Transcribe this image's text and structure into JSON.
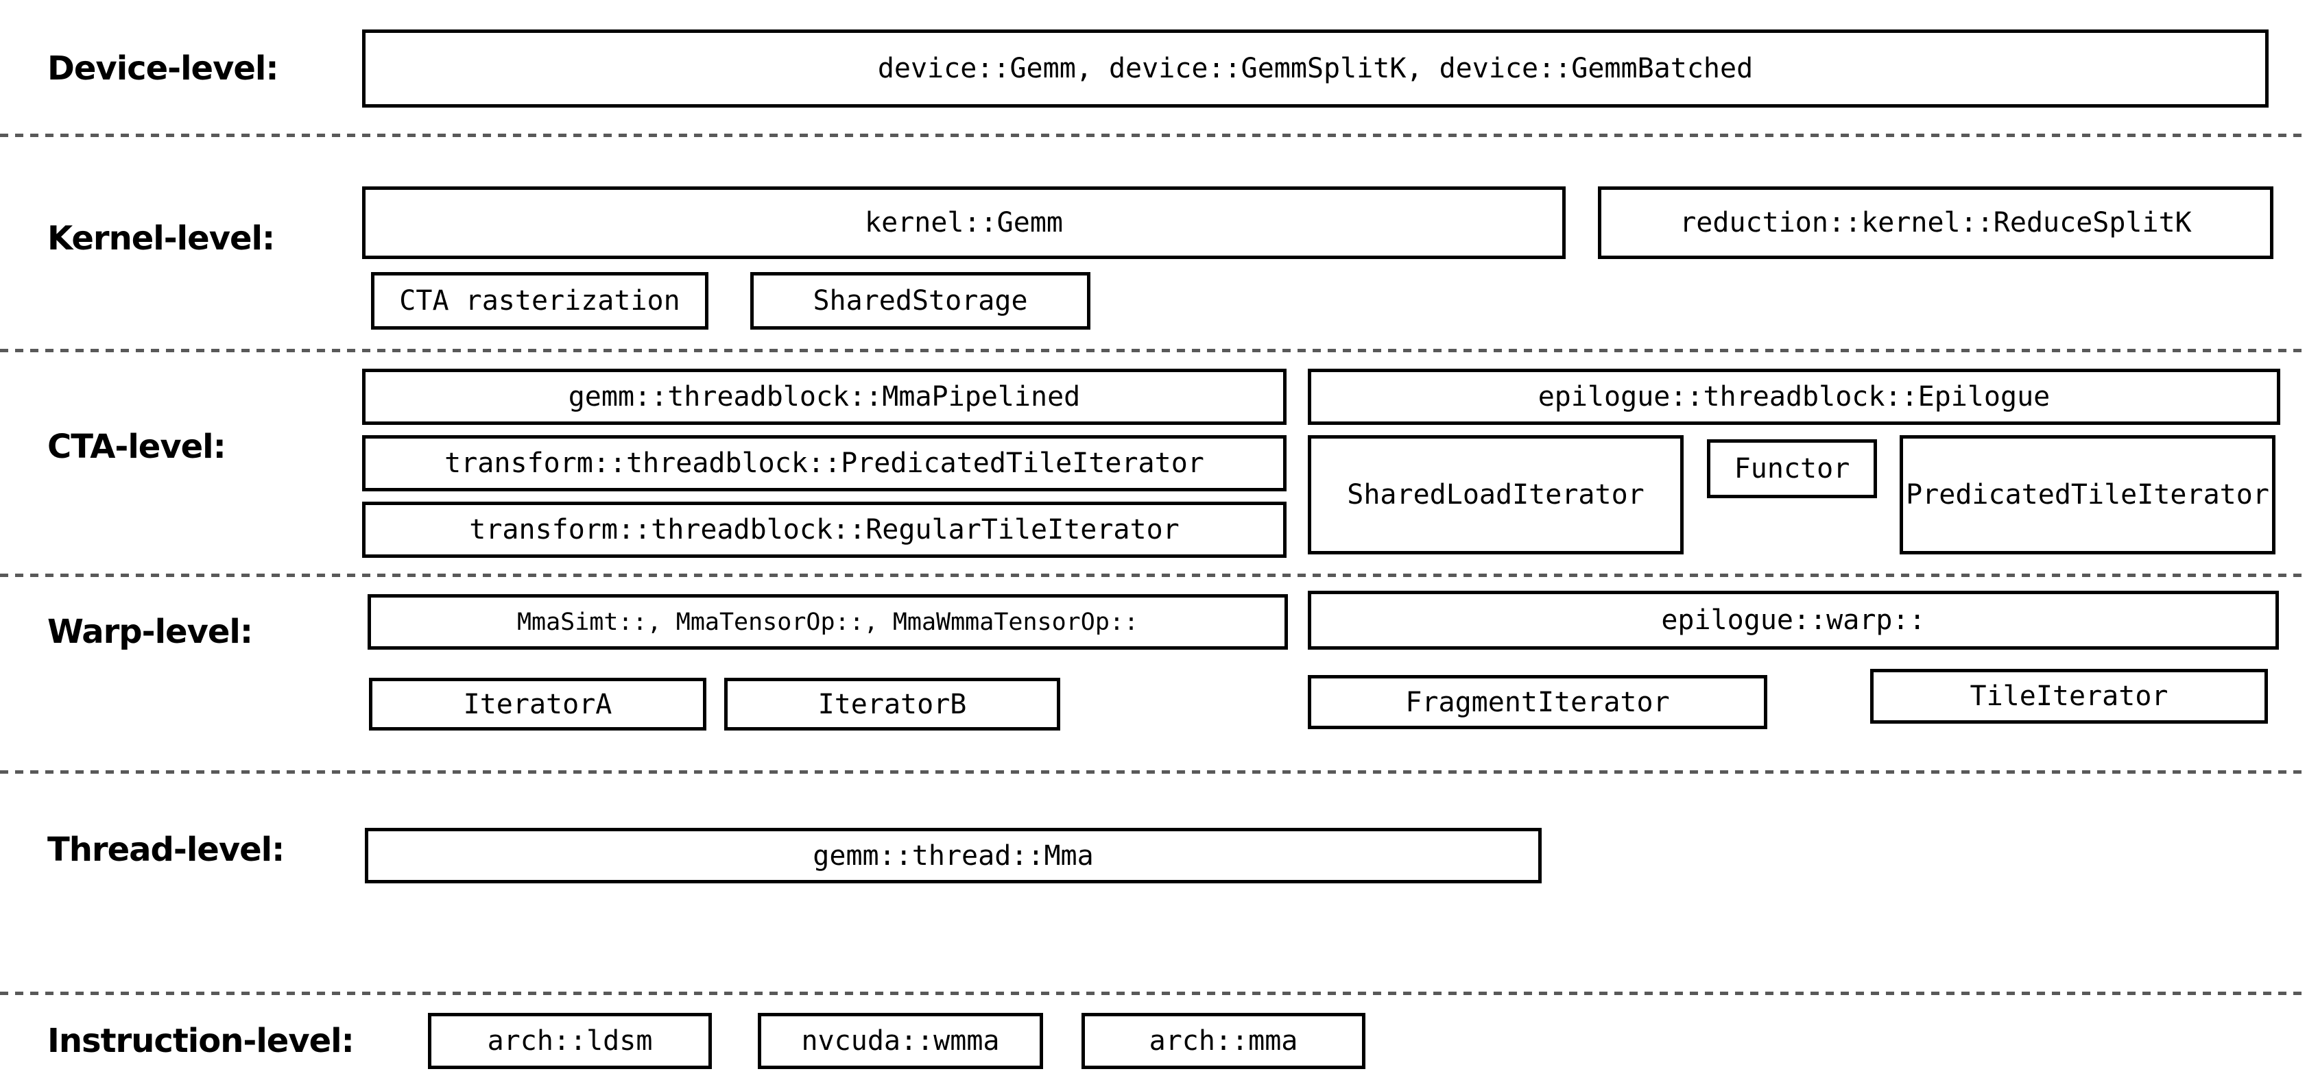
{
  "diagram": {
    "colors": {
      "background": "#ffffff",
      "box_border": "#000000",
      "text": "#000000",
      "separator": "#595959"
    },
    "rows": [
      {
        "label": "Device-level:",
        "boxes": [
          {
            "label": "device::Gemm, device::GemmSplitK, device::GemmBatched"
          }
        ]
      },
      {
        "label": "Kernel-level:",
        "boxes": [
          {
            "label": "kernel::Gemm"
          },
          {
            "label": "reduction::kernel::ReduceSplitK"
          },
          {
            "label": "CTA rasterization"
          },
          {
            "label": "SharedStorage"
          }
        ]
      },
      {
        "label": "CTA-level:",
        "boxes": [
          {
            "label": "gemm::threadblock::MmaPipelined"
          },
          {
            "label": "epilogue::threadblock::Epilogue"
          },
          {
            "label": "transform::threadblock::PredicatedTileIterator"
          },
          {
            "label": "SharedLoadIterator"
          },
          {
            "label": "Functor"
          },
          {
            "label": "PredicatedTileIterator"
          },
          {
            "label": "transform::threadblock::RegularTileIterator"
          }
        ]
      },
      {
        "label": "Warp-level:",
        "boxes": [
          {
            "label": "MmaSimt::, MmaTensorOp::, MmaWmmaTensorOp::"
          },
          {
            "label": "epilogue::warp::"
          },
          {
            "label": "IteratorA"
          },
          {
            "label": "IteratorB"
          },
          {
            "label": "FragmentIterator"
          },
          {
            "label": "TileIterator"
          }
        ]
      },
      {
        "label": "Thread-level:",
        "boxes": [
          {
            "label": "gemm::thread::Mma"
          }
        ]
      },
      {
        "label": "Instruction-level:",
        "boxes": [
          {
            "label": "arch::ldsm"
          },
          {
            "label": "nvcuda::wmma"
          },
          {
            "label": "arch::mma"
          }
        ]
      }
    ]
  }
}
